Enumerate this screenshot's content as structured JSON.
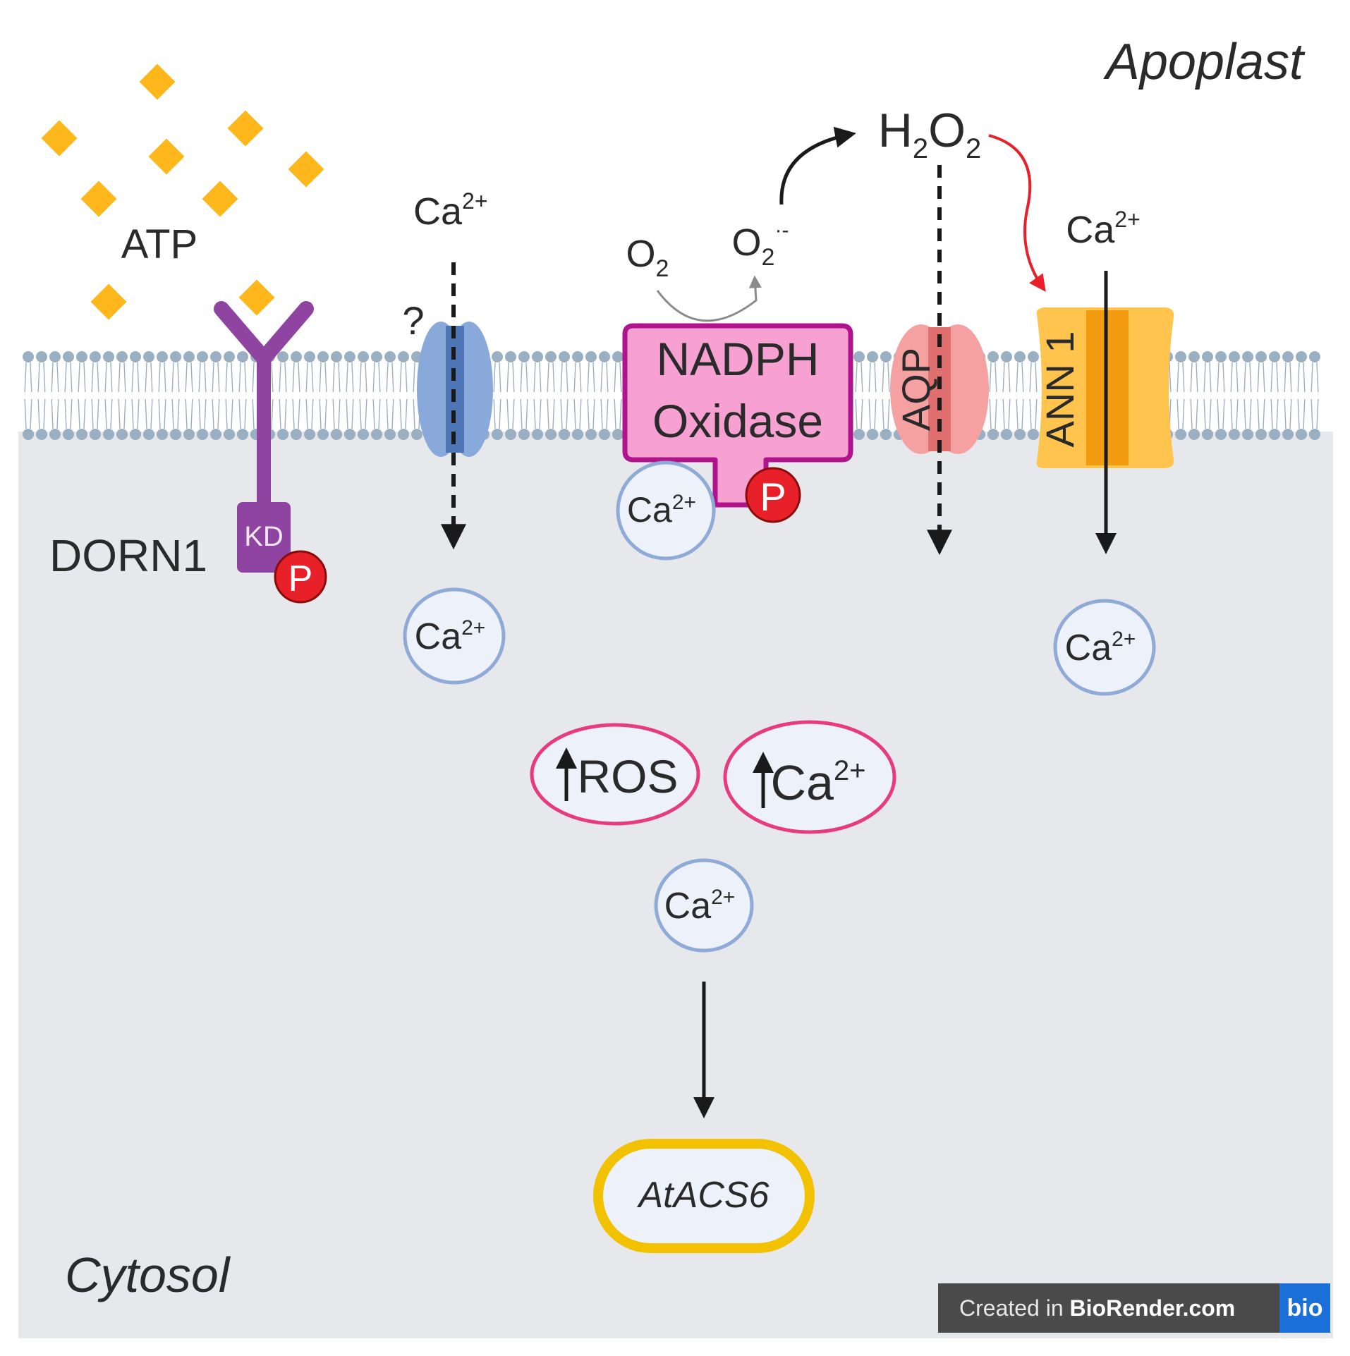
{
  "regions": {
    "apoplast": "Apoplast",
    "cytosol": "Cytosol"
  },
  "ligand": {
    "label": "ATP",
    "color": "#FDB71A"
  },
  "receptor": {
    "label": "DORN1",
    "domain": "KD",
    "phospho": "P",
    "color": "#8E44A0"
  },
  "unknown_channel": {
    "question": "?",
    "ion_outside": "Ca",
    "ion_outside_charge": "2+",
    "ion_inside": "Ca",
    "ion_inside_charge": "2+"
  },
  "nadph_oxidase": {
    "line1": "NADPH",
    "line2": "Oxidase",
    "phospho": "P",
    "bound_ion": "Ca",
    "bound_ion_charge": "2+",
    "substrate": "O",
    "substrate_sub": "2",
    "product": "O",
    "product_sub": "2",
    "product_sup": "·-"
  },
  "h2o2": {
    "h": "H",
    "sub1": "2",
    "o": "O",
    "sub2": "2"
  },
  "aquaporin": {
    "label": "AQP"
  },
  "annexin": {
    "label": "ANN 1",
    "ion_outside": "Ca",
    "ion_outside_charge": "2+",
    "ion_inside": "Ca",
    "ion_inside_charge": "2+"
  },
  "responses": {
    "ros": "ROS",
    "ca": "Ca",
    "ca_charge": "2+",
    "mid_ion": "Ca",
    "mid_ion_charge": "2+"
  },
  "gene": {
    "label": "AtACS6"
  },
  "watermark": {
    "prefix": "Created in ",
    "brand": "BioRender.com",
    "logo": "bio"
  },
  "colors": {
    "cytosol_bg": "#E6E8EC",
    "membrane_head": "#9BAFC3",
    "ion_fill": "#EDF2FA",
    "ion_stroke": "#8FAAD6",
    "phospho_red": "#E8202A",
    "nadph_pink": "#F7A1D2",
    "nadph_border": "#B0148C",
    "response_border": "#E83A7E",
    "gene_border": "#F2C200",
    "aqp": "#F5A1A1",
    "annexin": "#FFC44D",
    "channel_blue": "#8AA9DB"
  }
}
